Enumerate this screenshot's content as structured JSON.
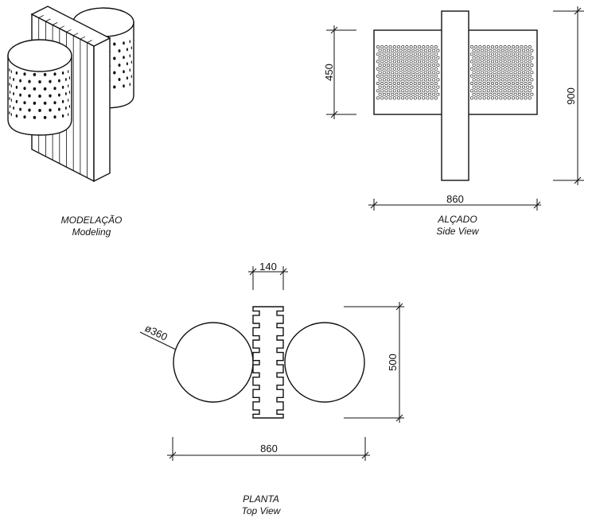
{
  "modeling": {
    "title": "MODELAÇÃO",
    "subtitle": "Modeling"
  },
  "side_view": {
    "title": "ALÇADO",
    "subtitle": "Side View",
    "dim_height_bin": "450",
    "dim_height_total": "900",
    "dim_width": "860"
  },
  "top_view": {
    "title": "PLANTA",
    "subtitle": "Top View",
    "dim_post": "140",
    "dim_diameter": "ø360",
    "dim_depth": "500",
    "dim_width": "860"
  }
}
